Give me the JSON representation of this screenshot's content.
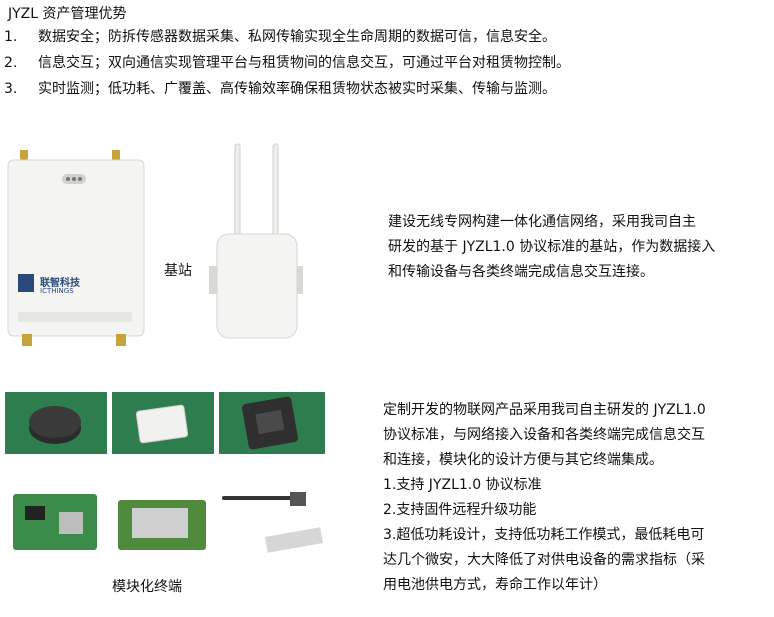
{
  "header": {
    "title": "JYZL 资产管理优势",
    "items": [
      {
        "num": "1.",
        "text": "数据安全；防拆传感器数据采集、私网传输实现全生命周期的数据可信，信息安全。"
      },
      {
        "num": "2.",
        "text": "信息交互；双向通信实现管理平台与租赁物间的信息交互，可通过平台对租赁物控制。"
      },
      {
        "num": "3.",
        "text": "实时监测；低功耗、广覆盖、高传输效率确保租赁物状态被实时采集、传输与监测。"
      }
    ]
  },
  "base_station": {
    "label": "基站",
    "brand": "联智科技",
    "brand_en": "ICTHINGS",
    "desc_lines": [
      "建设无线专网构建一体化通信网络，采用我司自主",
      "研发的基于 JYZL1.0 协议标准的基站，作为数据接入",
      "和传输设备与各类终端完成信息交互连接。"
    ]
  },
  "modules": {
    "label": "模块化终端",
    "desc_lines": [
      "定制开发的物联网产品采用我司自主研发的 JYZL1.0",
      "协议标准，与网络接入设备和各类终端完成信息交互",
      "和连接，模块化的设计方便与其它终端集成。",
      "1.支持 JYZL1.0 协议标准",
      "2.支持固件远程升级功能",
      "3.超低功耗设计，支持低功耗工作模式，最低耗电可",
      "达几个微安，大大降低了对供电设备的需求指标（采",
      "用电池供电方式，寿命工作以年计）"
    ]
  },
  "colors": {
    "photo_green": "#2e7d4e",
    "device_white": "#f4f4f2",
    "pcb_green": "#3b8c4a"
  }
}
